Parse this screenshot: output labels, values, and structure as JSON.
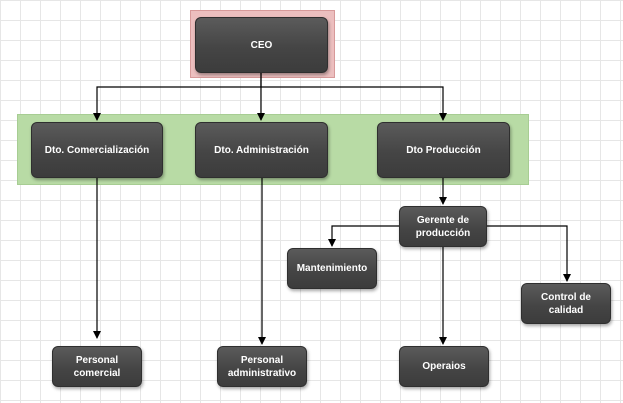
{
  "diagram": {
    "type": "org-chart",
    "group_colors": {
      "top": "#ecbfbf",
      "departments": "#b8dba5"
    },
    "node_color": "#454545",
    "nodes": {
      "ceo": "CEO",
      "dto_comercializacion": "Dto. Comercialización",
      "dto_administracion": "Dto. Administración",
      "dto_produccion": "Dto Producción",
      "gerente_produccion": "Gerente de\nproducción",
      "mantenimiento": "Mantenimiento",
      "control_calidad": "Control de\ncalidad",
      "personal_comercial": "Personal\ncomercial",
      "personal_administrativo": "Personal\nadministrativo",
      "operaios": "Operaios"
    },
    "edges": [
      [
        "ceo",
        "dto_comercializacion"
      ],
      [
        "ceo",
        "dto_administracion"
      ],
      [
        "ceo",
        "dto_produccion"
      ],
      [
        "dto_comercializacion",
        "personal_comercial"
      ],
      [
        "dto_administracion",
        "personal_administrativo"
      ],
      [
        "dto_produccion",
        "gerente_produccion"
      ],
      [
        "gerente_produccion",
        "mantenimiento"
      ],
      [
        "gerente_produccion",
        "operaios"
      ],
      [
        "gerente_produccion",
        "control_calidad"
      ]
    ]
  }
}
